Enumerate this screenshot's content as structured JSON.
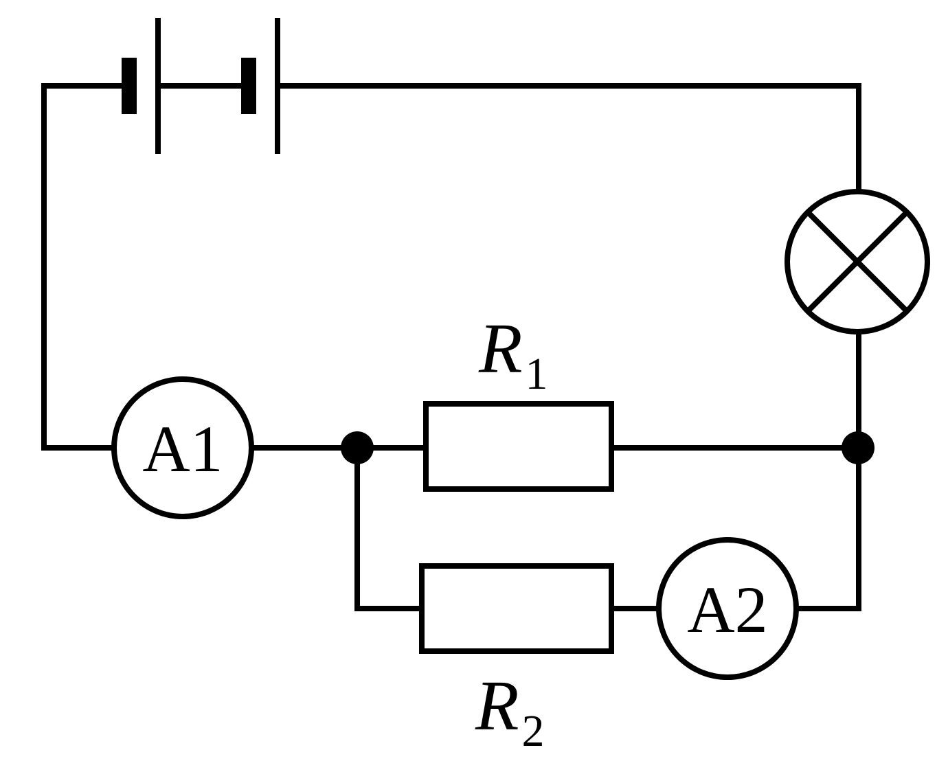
{
  "diagram": {
    "ammeter_1": {
      "label": "A1"
    },
    "ammeter_2": {
      "label": "A2"
    },
    "resistor_1": {
      "symbol": "R",
      "subscript": "1"
    },
    "resistor_2": {
      "symbol": "R",
      "subscript": "2"
    },
    "lamp": {
      "icon": "lamp-cross-icon"
    },
    "battery": {
      "cells": 2,
      "icon": "battery-cell-icon"
    }
  }
}
